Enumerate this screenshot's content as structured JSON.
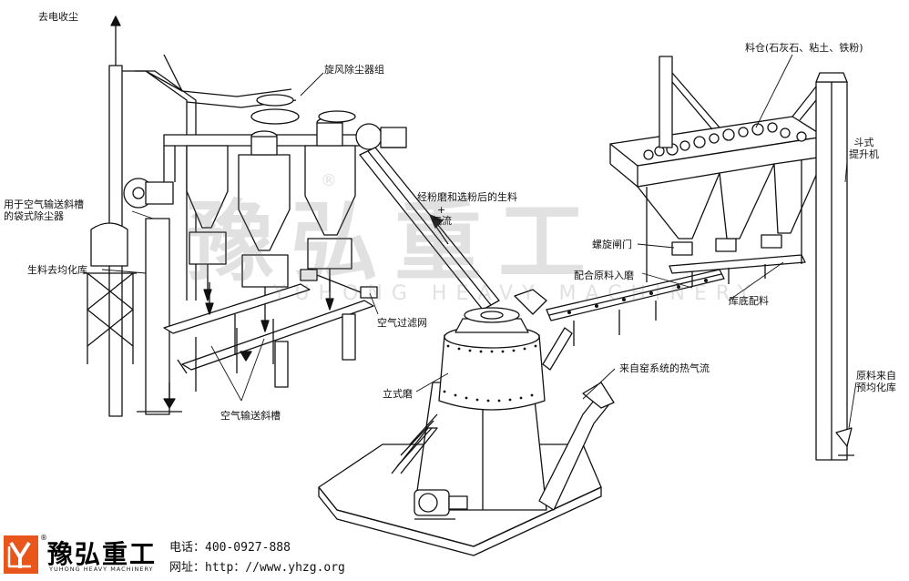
{
  "labels": {
    "to_precipitator": "去电收尘",
    "cyclone_group": "旋风除尘器组",
    "bag_filter": "用于空气输送斜槽\n的袋式除尘器",
    "to_homogenizer": "生料去均化库",
    "ground_meal": "经粉磨和选粉后的生料",
    "plus": "+",
    "airflow": "气流",
    "silo": "料仓(石灰石、粘土、铁粉)",
    "bucket_elevator": "斗式\n提升机",
    "screw_gate": "螺旋闸门",
    "feed_to_mill": "配合原料入磨",
    "silo_bottom_feed": "库底配料",
    "air_filter": "空气过滤网",
    "vertical_mill": "立式磨",
    "hot_gas": "来自窑系统的热气流",
    "air_slide": "空气输送斜槽",
    "raw_from_homogenizer": "原料来自\n预均化库"
  },
  "watermark": {
    "cn": "豫弘重工",
    "en": "YUHONG HEAVY MACHINERY",
    "mark": "®"
  },
  "brand": {
    "name_cn": "豫弘重工",
    "name_en": "YUHONG HEAVY MACHINERY",
    "mark": "®",
    "logo_color": "#e8561c"
  },
  "contact": {
    "phone": "电话：400-0927-888",
    "website": "网址：http：//www.yhzg.org"
  }
}
